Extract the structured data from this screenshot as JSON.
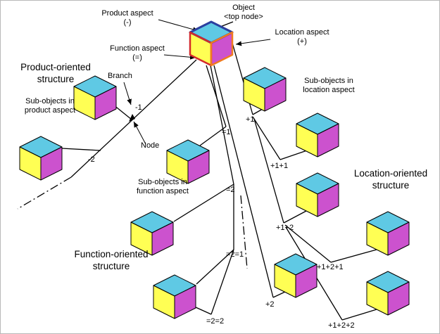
{
  "diagram": {
    "object_label": "Object\n<top node>",
    "aspects": {
      "product": "Product aspect\n(-)",
      "function": "Function aspect\n(=)",
      "location": "Location aspect\n(+)"
    },
    "structures": {
      "product": "Product-oriented\nstructure",
      "function": "Function-oriented\nstructure",
      "location": "Location-oriented\nstructure"
    },
    "sub_labels": {
      "product": "Sub-objects in\nproduct aspect",
      "function": "Sub-objects in\nfunction aspect",
      "location": "Sub-objects in\nlocation aspect"
    },
    "annotations": {
      "branch": "Branch",
      "node": "Node"
    },
    "nodes": {
      "minus1": "-1",
      "minus2": "-2",
      "eq1": "=1",
      "eq2": "=2",
      "eq2eq1": "=2=1",
      "eq2eq2": "=2=2",
      "plus1": "+1",
      "plus2": "+2",
      "plus1plus1": "+1+1",
      "plus1plus2": "+1+2",
      "plus1plus2plus1": "+1+2+1",
      "plus1plus2plus2": "+1+2+2"
    },
    "colors": {
      "cube_top": "#5FC9E4",
      "cube_left": "#FFFF54",
      "cube_right": "#CC52CE",
      "edge": "#000000",
      "line": "#000000",
      "product_aspect": "#2B3F9F",
      "function_aspect": "#D42A2A",
      "location_aspect": "#F07B20"
    }
  }
}
